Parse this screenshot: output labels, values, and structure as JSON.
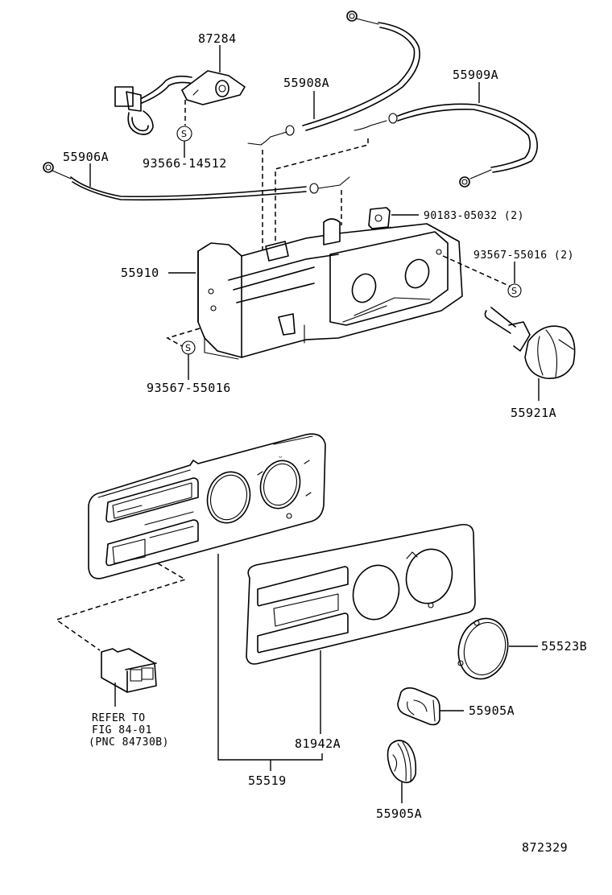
{
  "diagram": {
    "type": "exploded-parts-diagram",
    "illustration_number": "872329",
    "screw_symbol": "S",
    "parts": [
      {
        "id": "p87284",
        "label": "87284",
        "name": "blower resistor / connector"
      },
      {
        "id": "p93566",
        "label": "93566-14512",
        "name": "screw"
      },
      {
        "id": "p55908A",
        "label": "55908A",
        "name": "control cable"
      },
      {
        "id": "p55909A",
        "label": "55909A",
        "name": "control cable"
      },
      {
        "id": "p55906A",
        "label": "55906A",
        "name": "control cable"
      },
      {
        "id": "p90183",
        "label": "90183-05032 (2)",
        "name": "clip"
      },
      {
        "id": "p93567a",
        "label": "93567-55016 (2)",
        "name": "screw"
      },
      {
        "id": "p55910",
        "label": "55910",
        "name": "control base"
      },
      {
        "id": "p93567b",
        "label": "93567-55016",
        "name": "screw"
      },
      {
        "id": "p55921A",
        "label": "55921A",
        "name": "control knob with shaft"
      },
      {
        "id": "p55523B",
        "label": "55523B",
        "name": "knob ring"
      },
      {
        "id": "p55905A1",
        "label": "55905A",
        "name": "knob"
      },
      {
        "id": "p55905A2",
        "label": "55905A",
        "name": "knob"
      },
      {
        "id": "p81942A",
        "label": "81942A",
        "name": "control panel"
      },
      {
        "id": "p55519",
        "label": "55519",
        "name": "panel sub-assembly"
      }
    ],
    "reference_note": {
      "line1": "REFER TO",
      "line2": "FIG 84-01",
      "line3": " (PNC 84730B)"
    }
  }
}
